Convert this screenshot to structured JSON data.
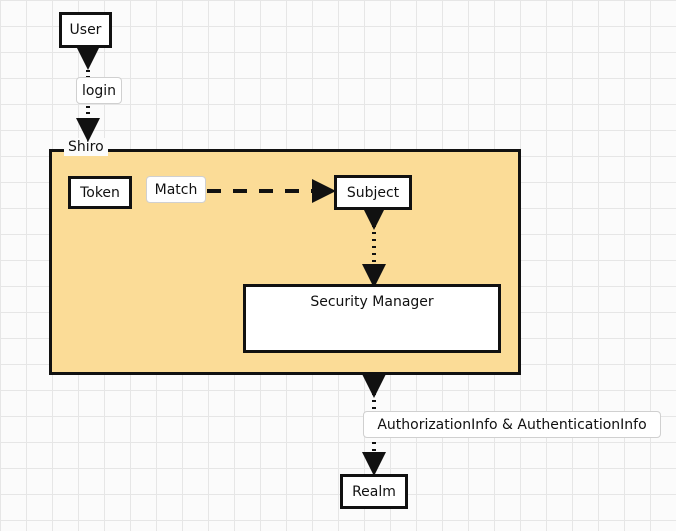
{
  "nodes": {
    "user": "User",
    "shiro": "Shiro",
    "token": "Token",
    "subject": "Subject",
    "security_manager": "Security Manager",
    "realm": "Realm"
  },
  "edges": {
    "login": "login",
    "match": "Match",
    "info": "AuthorizationInfo & AuthenticationInfo"
  },
  "colors": {
    "container_fill": "#fbdc97",
    "stroke": "#111111",
    "grid": "#e6e6e6"
  }
}
